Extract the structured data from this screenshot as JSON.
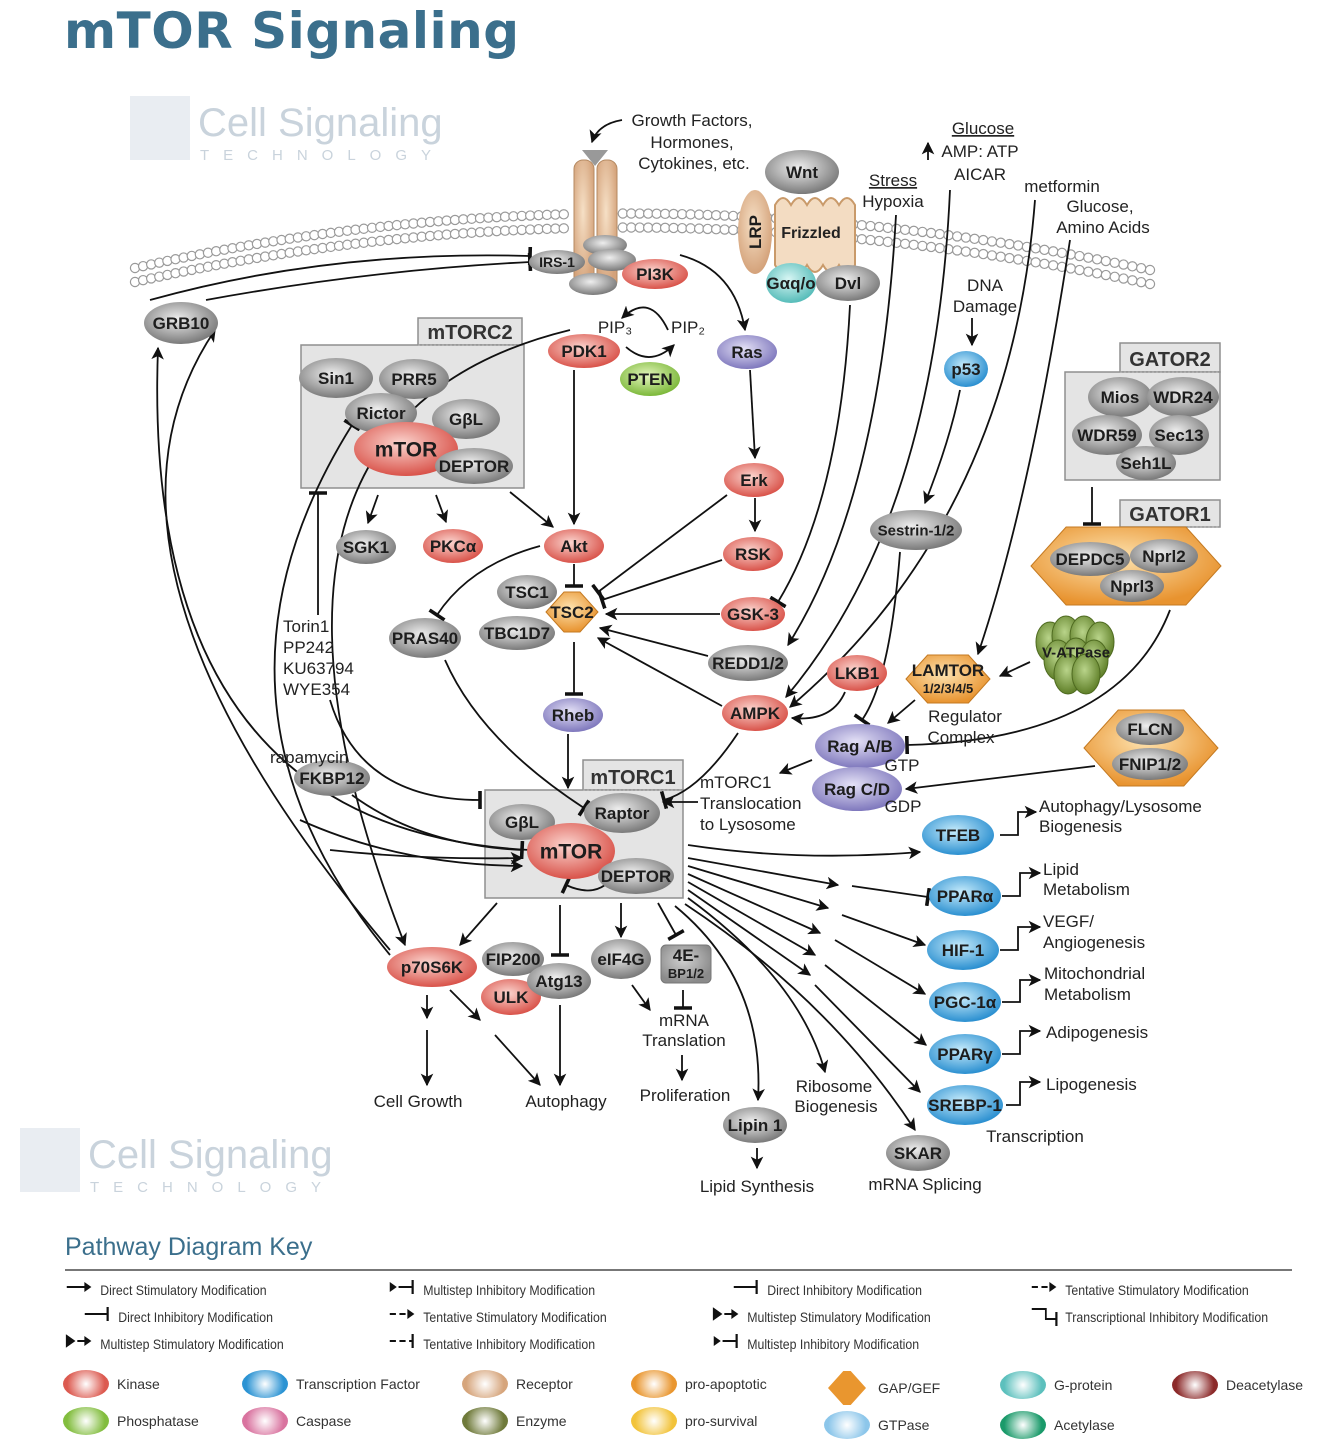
{
  "title": "mTOR Signaling",
  "watermark": "Cell Signaling TECHNOLOGY",
  "colors": {
    "kinase": "#dc5a50",
    "gray": "#7d7d7d",
    "transcription_factor": "#2b93d3",
    "gtpase": "#8580c0",
    "phosphatase": "#82bd3e",
    "gap_gef": "#e9962f",
    "receptor": "#d6a57c",
    "g_protein": "#5cc0bd",
    "title": "#3b6f8c"
  },
  "complexes": {
    "mtorc2": "mTORC2",
    "mtorc1": "mTORC1",
    "gator2": "GATOR2",
    "gator1": "GATOR1"
  },
  "nodes": [
    {
      "id": "irs1",
      "label": "IRS-1",
      "type": "gray"
    },
    {
      "id": "pi3k",
      "label": "PI3K",
      "type": "kinase"
    },
    {
      "id": "grb10",
      "label": "GRB10",
      "type": "gray"
    },
    {
      "id": "pdk1",
      "label": "PDK1",
      "type": "kinase"
    },
    {
      "id": "pten",
      "label": "PTEN",
      "type": "phosphatase"
    },
    {
      "id": "ras",
      "label": "Ras",
      "type": "gtpase"
    },
    {
      "id": "wnt",
      "label": "Wnt",
      "type": "gray"
    },
    {
      "id": "lrp",
      "label": "LRP",
      "type": "receptor"
    },
    {
      "id": "gaq",
      "label": "Gαq/o",
      "type": "gprotein"
    },
    {
      "id": "dvl",
      "label": "Dvl",
      "type": "gray"
    },
    {
      "id": "p53",
      "label": "p53",
      "type": "tf"
    },
    {
      "id": "sin1",
      "label": "Sin1",
      "type": "gray"
    },
    {
      "id": "prr5",
      "label": "PRR5",
      "type": "gray"
    },
    {
      "id": "rictor",
      "label": "Rictor",
      "type": "gray"
    },
    {
      "id": "gbl2",
      "label": "GβL",
      "type": "gray"
    },
    {
      "id": "mtor2",
      "label": "mTOR",
      "type": "kinase"
    },
    {
      "id": "deptor2",
      "label": "DEPTOR",
      "type": "gray"
    },
    {
      "id": "sgk1",
      "label": "SGK1",
      "type": "gray"
    },
    {
      "id": "pkca",
      "label": "PKCα",
      "type": "kinase"
    },
    {
      "id": "akt",
      "label": "Akt",
      "type": "kinase"
    },
    {
      "id": "erk",
      "label": "Erk",
      "type": "kinase"
    },
    {
      "id": "rsk",
      "label": "RSK",
      "type": "kinase"
    },
    {
      "id": "gsk3",
      "label": "GSK-3",
      "type": "kinase"
    },
    {
      "id": "redd",
      "label": "REDD1/2",
      "type": "gray"
    },
    {
      "id": "ampk",
      "label": "AMPK",
      "type": "kinase"
    },
    {
      "id": "lkb1",
      "label": "LKB1",
      "type": "kinase"
    },
    {
      "id": "tsc1",
      "label": "TSC1",
      "type": "gray"
    },
    {
      "id": "tsc2",
      "label": "TSC2",
      "type": "gap"
    },
    {
      "id": "tbc1d7",
      "label": "TBC1D7",
      "type": "gray"
    },
    {
      "id": "pras40",
      "label": "PRAS40",
      "type": "gray"
    },
    {
      "id": "rheb",
      "label": "Rheb",
      "type": "gtpase"
    },
    {
      "id": "sestrin",
      "label": "Sestrin-1/2",
      "type": "gray"
    },
    {
      "id": "mios",
      "label": "Mios",
      "type": "gray"
    },
    {
      "id": "wdr24",
      "label": "WDR24",
      "type": "gray"
    },
    {
      "id": "wdr59",
      "label": "WDR59",
      "type": "gray"
    },
    {
      "id": "sec13",
      "label": "Sec13",
      "type": "gray"
    },
    {
      "id": "seh1l",
      "label": "Seh1L",
      "type": "gray"
    },
    {
      "id": "depdc5",
      "label": "DEPDC5",
      "type": "gray"
    },
    {
      "id": "nprl2",
      "label": "Nprl2",
      "type": "gray"
    },
    {
      "id": "nprl3",
      "label": "Nprl3",
      "type": "gray"
    },
    {
      "id": "vatpase",
      "label": "V-ATPase",
      "type": "enzyme"
    },
    {
      "id": "lamtor",
      "label": "LAMTOR",
      "label2": "1/2/3/4/5",
      "type": "gap"
    },
    {
      "id": "ragab",
      "label": "Rag A/B",
      "type": "gtpase"
    },
    {
      "id": "ragcd",
      "label": "Rag C/D",
      "type": "gtpase"
    },
    {
      "id": "flcn",
      "label": "FLCN",
      "type": "gray"
    },
    {
      "id": "fnip",
      "label": "FNIP1/2",
      "type": "gray"
    },
    {
      "id": "gbl1",
      "label": "GβL",
      "type": "gray"
    },
    {
      "id": "mtor1",
      "label": "mTOR",
      "type": "kinase"
    },
    {
      "id": "raptor",
      "label": "Raptor",
      "type": "gray"
    },
    {
      "id": "deptor1",
      "label": "DEPTOR",
      "type": "gray"
    },
    {
      "id": "fkbp12",
      "label": "FKBP12",
      "type": "gray"
    },
    {
      "id": "p70s6k",
      "label": "p70S6K",
      "type": "kinase"
    },
    {
      "id": "fip200",
      "label": "FIP200",
      "type": "gray"
    },
    {
      "id": "ulk",
      "label": "ULK",
      "type": "kinase"
    },
    {
      "id": "atg13",
      "label": "Atg13",
      "type": "gray"
    },
    {
      "id": "eif4g",
      "label": "eIF4G",
      "type": "gray"
    },
    {
      "id": "4ebp",
      "label": "4E-",
      "label2": "BP1/2",
      "type": "graybox"
    },
    {
      "id": "tfeb",
      "label": "TFEB",
      "type": "tf"
    },
    {
      "id": "ppara",
      "label": "PPARα",
      "type": "tf"
    },
    {
      "id": "hif1",
      "label": "HIF-1",
      "type": "tf"
    },
    {
      "id": "pgc1a",
      "label": "PGC-1α",
      "type": "tf"
    },
    {
      "id": "pparg",
      "label": "PPARγ",
      "type": "tf"
    },
    {
      "id": "srebp1",
      "label": "SREBP-1",
      "type": "tf"
    },
    {
      "id": "lipin1",
      "label": "Lipin 1",
      "type": "gray"
    },
    {
      "id": "skar",
      "label": "SKAR",
      "type": "gray"
    }
  ],
  "receptor_label": "Frizzled",
  "labels": [
    {
      "id": "gf1",
      "text": "Growth Factors,"
    },
    {
      "id": "gf2",
      "text": "Hormones,"
    },
    {
      "id": "gf3",
      "text": "Cytokines, etc."
    },
    {
      "id": "stress",
      "text": "Stress"
    },
    {
      "id": "hypoxia",
      "text": "Hypoxia"
    },
    {
      "id": "glucose",
      "text": "Glucose"
    },
    {
      "id": "ampatp",
      "text": "AMP: ATP"
    },
    {
      "id": "aicar",
      "text": "AICAR"
    },
    {
      "id": "metformin",
      "text": "metformin"
    },
    {
      "id": "glucose2",
      "text": "Glucose,"
    },
    {
      "id": "aa",
      "text": "Amino Acids"
    },
    {
      "id": "dna1",
      "text": "DNA"
    },
    {
      "id": "dna2",
      "text": "Damage"
    },
    {
      "id": "pip3",
      "text": "PIP₃"
    },
    {
      "id": "pip2",
      "text": "PIP₂"
    },
    {
      "id": "torin1",
      "text": "Torin1"
    },
    {
      "id": "pp242",
      "text": "PP242"
    },
    {
      "id": "ku",
      "text": "KU63794"
    },
    {
      "id": "wye",
      "text": "WYE354"
    },
    {
      "id": "rapamycin",
      "text": "rapamycin"
    },
    {
      "id": "trans1",
      "text": "mTORC1"
    },
    {
      "id": "trans2",
      "text": "Translocation"
    },
    {
      "id": "trans3",
      "text": "to Lysosome"
    },
    {
      "id": "reg1",
      "text": "Regulator"
    },
    {
      "id": "reg2",
      "text": "Complex"
    },
    {
      "id": "gtp",
      "text": "GTP"
    },
    {
      "id": "gdp",
      "text": "GDP"
    },
    {
      "id": "alb1",
      "text": "Autophagy/Lysosome"
    },
    {
      "id": "alb2",
      "text": "Biogenesis"
    },
    {
      "id": "lm1",
      "text": "Lipid"
    },
    {
      "id": "lm2",
      "text": "Metabolism"
    },
    {
      "id": "vegf1",
      "text": "VEGF/"
    },
    {
      "id": "vegf2",
      "text": "Angiogenesis"
    },
    {
      "id": "mito1",
      "text": "Mitochondrial"
    },
    {
      "id": "mito2",
      "text": "Metabolism"
    },
    {
      "id": "adipo",
      "text": "Adipogenesis"
    },
    {
      "id": "lipo",
      "text": "Lipogenesis"
    },
    {
      "id": "transcription",
      "text": "Transcription"
    },
    {
      "id": "mrna1",
      "text": "mRNA"
    },
    {
      "id": "mrna2",
      "text": "Translation"
    },
    {
      "id": "prolif",
      "text": "Proliferation"
    },
    {
      "id": "ribo1",
      "text": "Ribosome"
    },
    {
      "id": "ribo2",
      "text": "Biogenesis"
    },
    {
      "id": "cellgrowth",
      "text": "Cell Growth"
    },
    {
      "id": "autophagy",
      "text": "Autophagy"
    },
    {
      "id": "lipidsyn",
      "text": "Lipid Synthesis"
    },
    {
      "id": "splicing",
      "text": "mRNA Splicing"
    }
  ],
  "key": {
    "title": "Pathway Diagram Key",
    "arrows": [
      {
        "label": "Direct Stimulatory Modification",
        "glyph": "direct-stim"
      },
      {
        "label": "Direct Inhibitory Modification",
        "glyph": "direct-inhib"
      },
      {
        "label": "Multistep Stimulatory Modification",
        "glyph": "multi-stim"
      },
      {
        "label": "Multistep Inhibitory Modification",
        "glyph": "multi-inhib"
      },
      {
        "label": "Tentative Stimulatory Modification",
        "glyph": "tent-stim"
      },
      {
        "label": "Tentative Inhibitory Modification",
        "glyph": "tent-inhib"
      },
      {
        "label": "Direct Inhibitory Modification",
        "glyph": "direct-inhib"
      },
      {
        "label": "Multistep Stimulatory Modification",
        "glyph": "multi-stim"
      },
      {
        "label": "Multistep Inhibitory Modification",
        "glyph": "multi-inhib"
      },
      {
        "label": "Tentative Stimulatory Modification",
        "glyph": "tent-stim"
      },
      {
        "label": "Transcriptional Inhibitory Modification",
        "glyph": "transcr-inhib"
      }
    ],
    "shapes": [
      {
        "label": "Kinase",
        "color": "#dc5a50"
      },
      {
        "label": "Phosphatase",
        "color": "#82bd3e"
      },
      {
        "label": "Transcription Factor",
        "color": "#2b93d3"
      },
      {
        "label": "Caspase",
        "color": "#d9739f"
      },
      {
        "label": "Receptor",
        "color": "#d6a57c"
      },
      {
        "label": "Enzyme",
        "color": "#6f7a3a"
      },
      {
        "label": "pro-apoptotic",
        "color": "#e9962f"
      },
      {
        "label": "pro-survival",
        "color": "#f2c33a"
      },
      {
        "label": "GAP/GEF",
        "color": "#e9962f",
        "shape": "hexagon"
      },
      {
        "label": "GTPase",
        "color": "#8cc6ea"
      },
      {
        "label": "G-protein",
        "color": "#5cc0bd"
      },
      {
        "label": "Acetylase",
        "color": "#1a9a6a"
      },
      {
        "label": "Deacetylase",
        "color": "#8c2a2a"
      }
    ]
  }
}
